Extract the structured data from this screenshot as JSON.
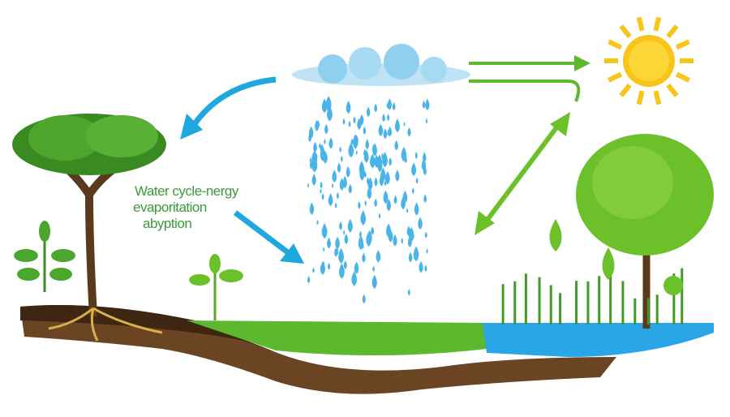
{
  "label": {
    "line1": "Water cycle-nergy",
    "line2": "evaporitation",
    "line3": "abyption"
  },
  "colors": {
    "blue_arrow": "#1fa8e0",
    "green_arrow": "#6cc02a",
    "sun": "#f7c51a",
    "soil": "#6b4423",
    "grass": "#5cb82d",
    "water": "#2aa6e6",
    "rain": "#4ab3e8"
  }
}
